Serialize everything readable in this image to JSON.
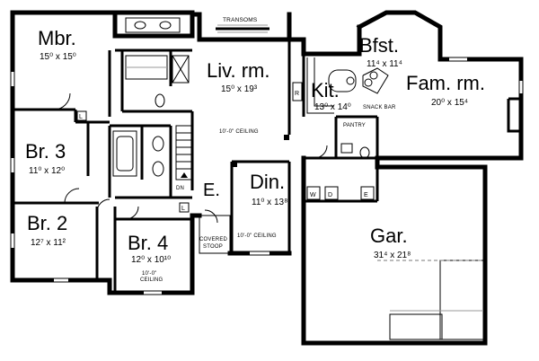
{
  "rooms": {
    "mbr": {
      "name": "Mbr.",
      "dim": "15⁰ x 15⁰"
    },
    "br3": {
      "name": "Br. 3",
      "dim": "11⁰ x 12⁰"
    },
    "br2": {
      "name": "Br. 2",
      "dim": "12⁷ x 11²"
    },
    "br4": {
      "name": "Br. 4",
      "dim": "12⁰ x 10¹⁰",
      "note1": "10'-0\"",
      "note2": "CEILING"
    },
    "liv": {
      "name": "Liv. rm.",
      "dim": "15⁰ x 19³",
      "note": "10'-0\" CEILING"
    },
    "din": {
      "name": "Din.",
      "dim": "11⁰ x 13⁸",
      "note": "10'-0\" CEILING"
    },
    "kit": {
      "name": "Kit.",
      "dim": "13⁰ x 14⁰"
    },
    "bfst": {
      "name": "Bfst.",
      "dim": "11⁴ x 11⁴"
    },
    "fam": {
      "name": "Fam. rm.",
      "dim": "20⁰ x 15⁴"
    },
    "gar": {
      "name": "Gar.",
      "dim": "31⁴ x 21⁸"
    },
    "entry": {
      "name": "E."
    }
  },
  "labels": {
    "transoms": "TRANSOMS",
    "snack_bar": "SNACK BAR",
    "pantry": "PANTRY",
    "covered": "COVERED",
    "stoop": "STOOP",
    "dn": "DN",
    "l1": "L",
    "l2": "L",
    "r": "R",
    "w": "W",
    "d": "D",
    "e": "E"
  }
}
